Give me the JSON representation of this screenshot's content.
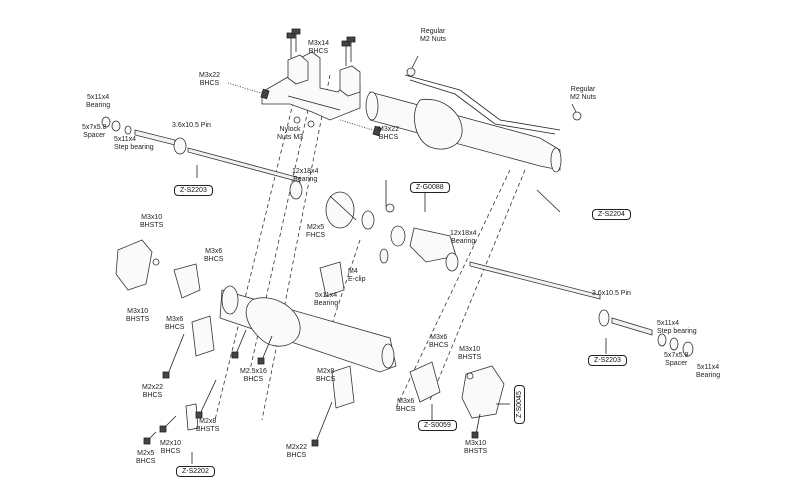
{
  "labels": {
    "m3x14_bhcs": [
      "M3x14",
      "BHCS"
    ],
    "regular_m2_nuts_top": [
      "Regular",
      "M2 Nuts"
    ],
    "m3x22_bhcs_left": [
      "M3x22",
      "BHCS"
    ],
    "regular_m2_nuts_right": [
      "Regular",
      "M2 Nuts"
    ],
    "bearing_5x11x4_left": [
      "5x11x4",
      "Bearing"
    ],
    "spacer_5x7x5_8_left": [
      "5x7x5.8",
      "Spacer"
    ],
    "step_bearing_left": [
      "5x11x4",
      "Step bearing"
    ],
    "pin_left": "3.6x10.5 Pin",
    "nylock_nuts": [
      "Nylock",
      "Nuts M3"
    ],
    "m3x22_bhcs_right": [
      "M3x22",
      "BHCS"
    ],
    "bearing_12x18x4_top": [
      "12x18x4",
      "Bearing"
    ],
    "m2x5_fhcs": [
      "M2x5",
      "FHCS"
    ],
    "bearing_12x18x4_right": [
      "12x18x4",
      "Bearing"
    ],
    "m3x10_bhsts_topleft": [
      "M3x10",
      "BHSTS"
    ],
    "m3x6_bhcs_left": [
      "M3x6",
      "BHCS"
    ],
    "m4_eclip": [
      "M4",
      "E-clip"
    ],
    "m3x10_bhsts_left": [
      "M3x10",
      "BHSTS"
    ],
    "m3x6_bhcs_mid": [
      "M3x6",
      "BHCS"
    ],
    "bearing_5x11x4_mid": [
      "5x11x4",
      "Bearing"
    ],
    "pin_right": "3.6x10.5 Pin",
    "step_bearing_right": [
      "5x11x4",
      "Step bearing"
    ],
    "m3x6_bhcs_right": [
      "M3x6",
      "BHCS"
    ],
    "m3x10_bhsts_right": [
      "M3x10",
      "BHSTS"
    ],
    "m2_5x16_bhcs": [
      "M2.5x16",
      "BHCS"
    ],
    "m2x8_bhcs": [
      "M2x8",
      "BHCS"
    ],
    "spacer_5x7x5_8_right": [
      "5x7x5.8",
      "Spacer"
    ],
    "bearing_5x11x4_right": [
      "5x11x4",
      "Bearing"
    ],
    "m2x22_bhcs_left": [
      "M2x22",
      "BHCS"
    ],
    "m2x8_bhsts": [
      "M2x8",
      "BHSTS"
    ],
    "m3x6_bhcs_bottom": [
      "M3x6",
      "BHCS"
    ],
    "m2x10_bhcs": [
      "M2x10",
      "BHCS"
    ],
    "m2x5_bhcs": [
      "M2x5",
      "BHCS"
    ],
    "m2x22_bhcs_bottom": [
      "M2x22",
      "BHCS"
    ],
    "m3x10_bhsts_bottom": [
      "M3x10",
      "BHSTS"
    ]
  },
  "refs": {
    "z_s2203_left": "Z-S2203",
    "z_g0088": "Z-G0088",
    "z_s2204": "Z-S2204",
    "z_s2203_right": "Z-S2203",
    "z_s0059": "Z-S0059",
    "z_s0045": "Z-S0045",
    "z_s2202": "Z-S2202"
  }
}
